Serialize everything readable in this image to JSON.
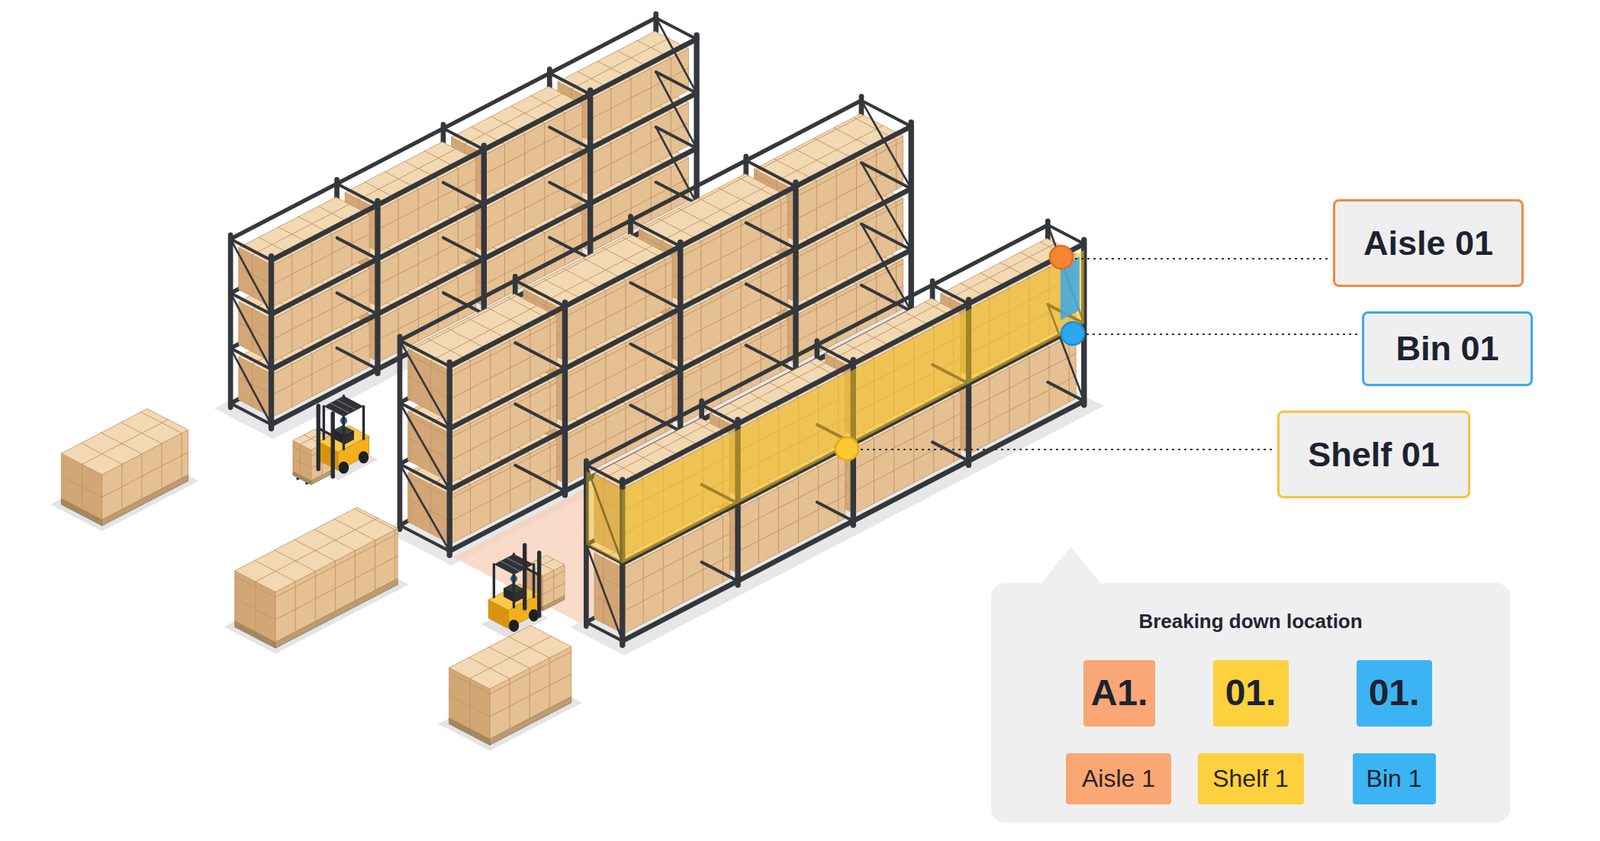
{
  "diagram": {
    "nodes": [
      {
        "text": [
          "Aisle 01"
        ]
      },
      {
        "text": [
          "Bin 01"
        ]
      },
      {
        "text": [
          "Shelf 01"
        ]
      },
      {
        "text": [
          "Breaking down location"
        ]
      },
      {
        "text": [
          "A1."
        ],
        "in": 3
      },
      {
        "text": [
          "01."
        ],
        "in": 3
      },
      {
        "text": [
          "01."
        ],
        "in": 3
      },
      {
        "text": [
          "Aisle 1"
        ],
        "in": 3
      },
      {
        "text": [
          "Shelf 1"
        ],
        "in": 3
      },
      {
        "text": [
          "Bin 1"
        ],
        "in": 3
      }
    ],
    "edges": [
      {
        "from": 4,
        "to": 7,
        "arrow": "none"
      },
      {
        "from": 5,
        "to": 8,
        "arrow": "none"
      },
      {
        "from": 6,
        "to": 9,
        "arrow": "none"
      }
    ]
  }
}
